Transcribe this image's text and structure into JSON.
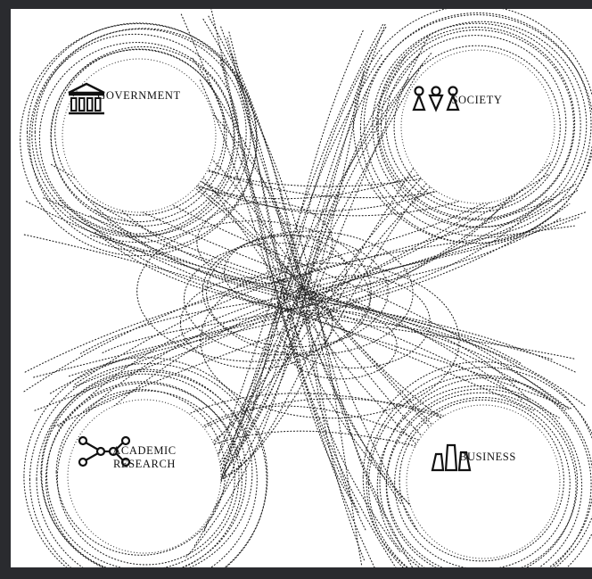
{
  "diagram": {
    "nodes": [
      {
        "id": "government",
        "label": "GOVERNMENT",
        "icon": "building-icon"
      },
      {
        "id": "society",
        "label": "SOCIETY",
        "icon": "people-icon"
      },
      {
        "id": "academic",
        "label": "ACADEMIC\nRESEARCH",
        "icon": "network-icon"
      },
      {
        "id": "business",
        "label": "BUSINESS",
        "icon": "bars-icon"
      }
    ],
    "colors": {
      "background": "#ffffff",
      "frame": "#2a2b2f",
      "stroke": "#111111"
    },
    "style": "dotted loops connecting four circles"
  }
}
